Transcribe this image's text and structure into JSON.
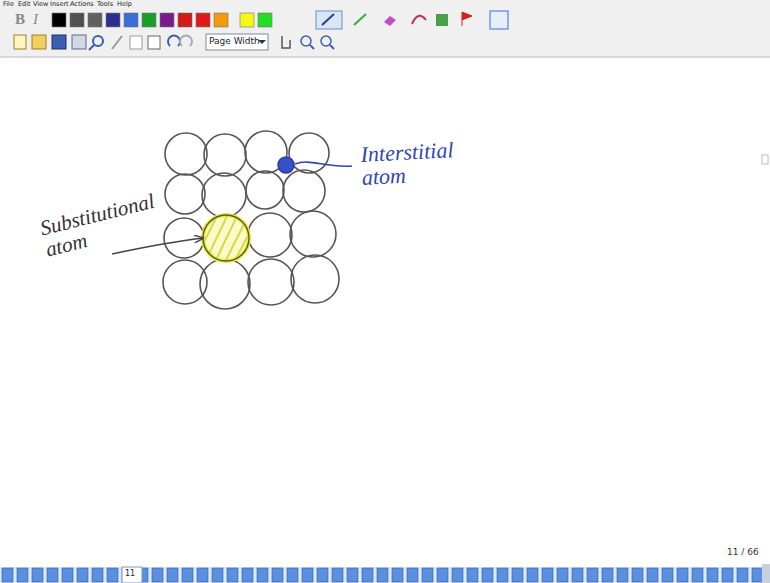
{
  "diagram": {
    "labels": [
      "File",
      "Edit",
      "View",
      "Insert",
      "Actions",
      "Tools",
      "Help",
      "B",
      "I",
      "Page Width",
      "Substitutional atom",
      "Interstitial atom",
      "11 / 66",
      "11"
    ]
  }
}
